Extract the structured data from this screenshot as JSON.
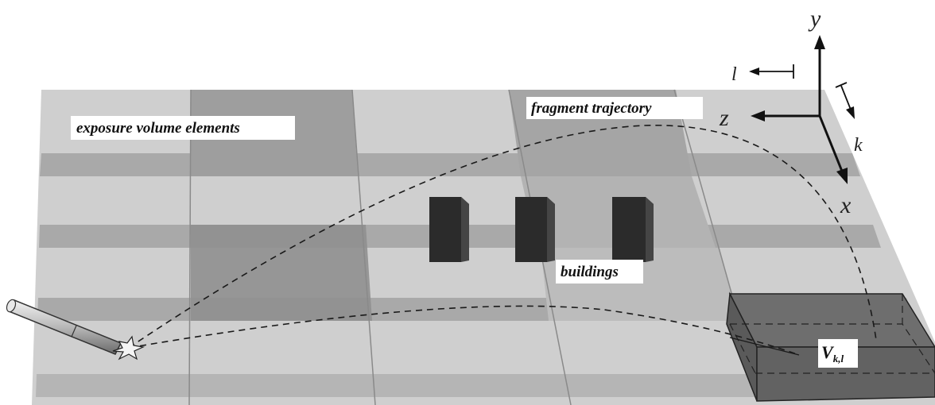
{
  "labels": {
    "exposure": "exposure volume elements",
    "trajectory": "fragment trajectory",
    "buildings": "buildings",
    "volume_main": "V",
    "volume_sub": "k,l"
  },
  "axes": {
    "y": "y",
    "z": "z",
    "x": "x",
    "l": "l",
    "k": "k"
  }
}
